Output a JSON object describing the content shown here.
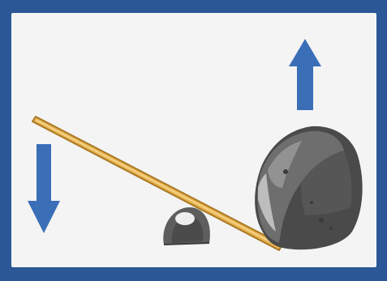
{
  "scene": {
    "description_labels": [],
    "colors": {
      "border": "#2c5797",
      "background": "#f4f4f4",
      "arrow": "#3a6fb8",
      "lever": "#e0b04a",
      "lever_edge": "#a97823",
      "rock_dark": "#4a4a4a",
      "rock_mid": "#6d6d6d",
      "rock_light": "#9a9a9a"
    },
    "icons": {
      "down_arrow": "arrow-down-icon",
      "up_arrow": "arrow-up-icon",
      "lever": "lever-plank",
      "fulcrum": "fulcrum-pebble",
      "load": "boulder-rock"
    }
  }
}
